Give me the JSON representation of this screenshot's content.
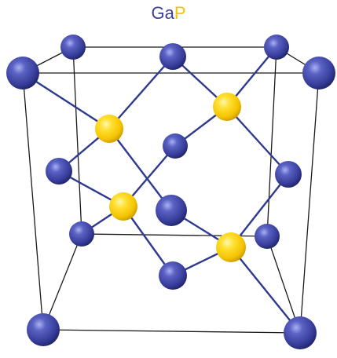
{
  "title": {
    "ga_text": "Ga",
    "p_text": "P",
    "ga_color": "#3a3f9b",
    "p_color": "#f5c400"
  },
  "colors": {
    "ga_atom": "#3a3f9b",
    "p_atom": "#f6cc00",
    "cube_edge": "#1a1a1a",
    "bond": "#2e3a8f"
  },
  "crystal": {
    "corner_atoms": 8,
    "face_center_atoms": 6,
    "tetrahedral_atoms": 4
  }
}
